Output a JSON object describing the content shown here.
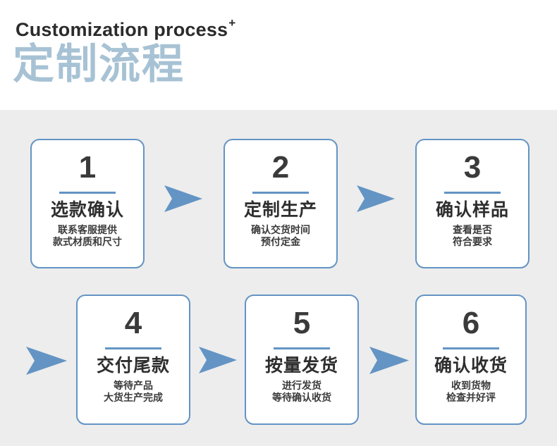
{
  "header": {
    "title_en": "Customization process",
    "title_en_superscript": "+",
    "title_cn": "定制流程"
  },
  "colors": {
    "page_background": "#ededed",
    "header_background": "#ffffff",
    "card_border": "#6394c4",
    "card_background": "#ffffff",
    "accent_rule": "#6394c4",
    "arrow": "#6394c4",
    "title_cn": "#a7c2d4",
    "title_en": "#2b2b2b",
    "number": "#3a3a3a",
    "step_title": "#2e2e2e",
    "step_subtitle": "#3a3a3a"
  },
  "steps": [
    {
      "number": "1",
      "title": "选款确认",
      "subtitle_line1": "联系客服提供",
      "subtitle_line2": "款式材质和尺寸"
    },
    {
      "number": "2",
      "title": "定制生产",
      "subtitle_line1": "确认交货时间",
      "subtitle_line2": "预付定金"
    },
    {
      "number": "3",
      "title": "确认样品",
      "subtitle_line1": "查看是否",
      "subtitle_line2": "符合要求"
    },
    {
      "number": "4",
      "title": "交付尾款",
      "subtitle_line1": "等待产品",
      "subtitle_line2": "大货生产完成"
    },
    {
      "number": "5",
      "title": "按量发货",
      "subtitle_line1": "进行发货",
      "subtitle_line2": "等待确认收货"
    },
    {
      "number": "6",
      "title": "确认收货",
      "subtitle_line1": "收到货物",
      "subtitle_line2": "检查并好评"
    }
  ],
  "arrows": [
    {
      "name": "arrow-step1-to-step2",
      "direction": "right"
    },
    {
      "name": "arrow-step2-to-step3",
      "direction": "right"
    },
    {
      "name": "arrow-step3-to-step4",
      "direction": "right"
    },
    {
      "name": "arrow-step4-to-step5",
      "direction": "right"
    },
    {
      "name": "arrow-step5-to-step6",
      "direction": "right"
    }
  ]
}
